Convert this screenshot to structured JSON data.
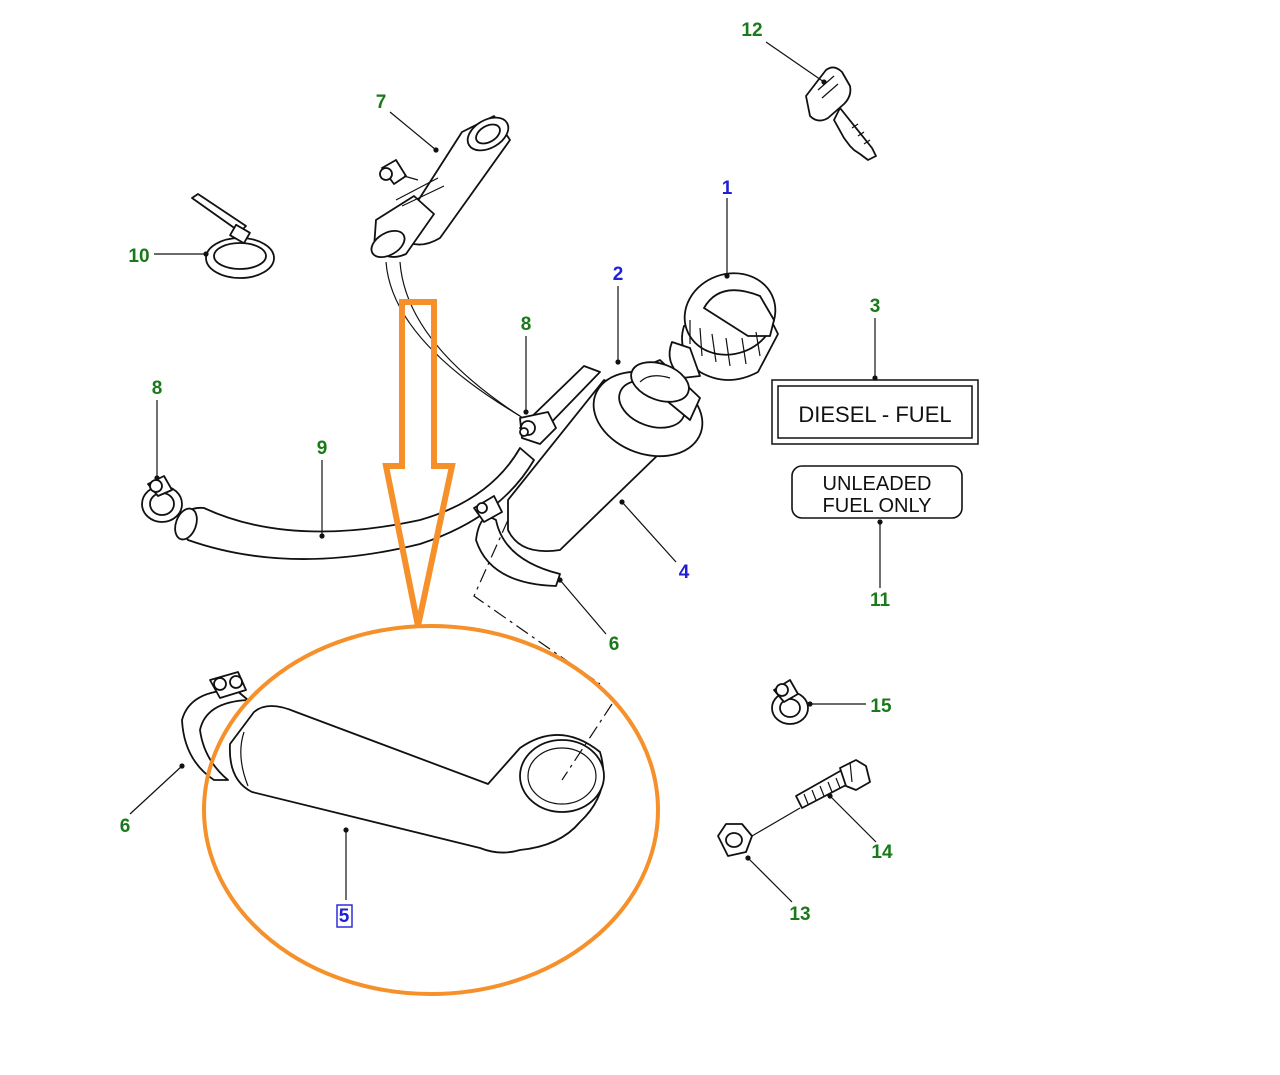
{
  "colors": {
    "green_callout": "#1a7a1a",
    "blue_callout": "#1f1fd6",
    "highlight": "#f5902a",
    "line": "#111111"
  },
  "callouts": [
    {
      "id": "1",
      "color": "blue"
    },
    {
      "id": "2",
      "color": "blue"
    },
    {
      "id": "3",
      "color": "green"
    },
    {
      "id": "4",
      "color": "blue"
    },
    {
      "id": "5",
      "color": "blue",
      "selected": true
    },
    {
      "id": "6",
      "color": "green"
    },
    {
      "id": "6",
      "color": "green"
    },
    {
      "id": "7",
      "color": "green"
    },
    {
      "id": "8",
      "color": "green"
    },
    {
      "id": "8",
      "color": "green"
    },
    {
      "id": "9",
      "color": "green"
    },
    {
      "id": "10",
      "color": "green"
    },
    {
      "id": "11",
      "color": "green"
    },
    {
      "id": "12",
      "color": "green"
    },
    {
      "id": "13",
      "color": "green"
    },
    {
      "id": "14",
      "color": "green"
    },
    {
      "id": "15",
      "color": "green"
    }
  ],
  "labels": {
    "diesel": "DIESEL - FUEL",
    "unleaded_line1": "UNLEADED",
    "unleaded_line2": "FUEL ONLY"
  },
  "highlight": {
    "shape": "ellipse-with-arrow",
    "target": "5"
  }
}
